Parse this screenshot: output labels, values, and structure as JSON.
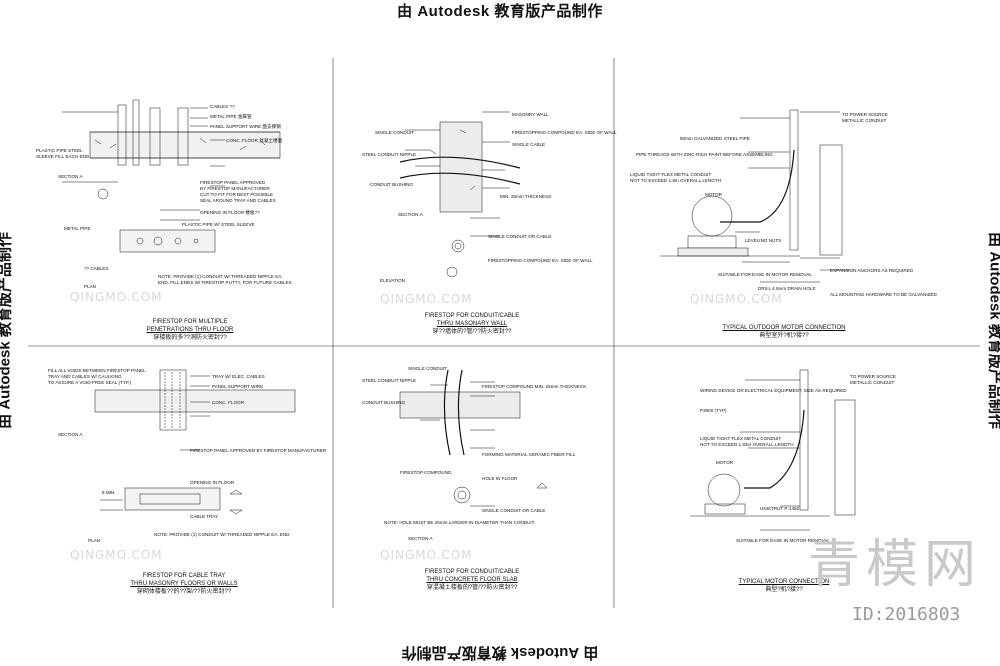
{
  "watermark": {
    "top": "由 Autodesk 教育版产品制作",
    "bottom": "由 Autodesk 教育版产品制作",
    "left": "由 Autodesk 教育版产品制作",
    "right": "由 Autodesk 教育版产品制作"
  },
  "brand": {
    "name": "青模网",
    "image_id": "ID:2016803",
    "ghost": "QINGMO.COM"
  },
  "panels": [
    {
      "caption": "FIRESTOP FOR MULTIPLE",
      "caption2": "PENETRATIONS THRU FLOOR",
      "caption_cn": "穿楼板的多??洞防火密封??",
      "labels": [
        "CABLES ??",
        "METAL PIPE 金属管",
        "PANEL SUPPORT WIRE 面支撑钢",
        "CONC. FLOOR 混凝土楼面",
        "PLASTIC PIPE STEEL",
        "SLEEVE FILL EACH END",
        "FIRESTOP PANEL APPROVED",
        "BY FIRESTOP MANUFACTURER",
        "CUT TO FIT FOR BEST POSSIBLE",
        "SEAL AROUND TRAY AND CABLES",
        "OPENING IN FLOOR 楼板??",
        "PLASTIC PIPE W/ STEEL SLEEVE",
        "METAL PIPE",
        "?? CABLES",
        "SECTION A",
        "PLAN",
        "NOTE: PROVIDE (1) CONDUIT W/ THREADED NIPPLE EA.",
        "END. FILL ENDS W/ FIRESTOP PUTTY, FOR FUTURE CABLES."
      ]
    },
    {
      "caption": "FIRESTOP FOR CONDUIT/CABLE",
      "caption2": "THRU MASONARY WALL",
      "caption_cn": "穿??墙体的?管/??防火密封??",
      "labels": [
        "SINGLE CONDUIT",
        "MASONRY WALL",
        "STEEL CONDUIT NIPPLE",
        "SINGLE CABLE",
        "FIRESTOPPING COMPOUND EA. SIDE OF WALL",
        "CONDUIT BUSHING",
        "MIN. 25mm THICKNESS",
        "SECTION A",
        "SINGLE CONDUIT OR CABLE",
        "FIRESTOPPING COMPOUND EA. SIDE OF WALL",
        "ELEVATION"
      ]
    },
    {
      "caption": "TYPICAL OUTDOOR MOTOR CONNECTION",
      "caption2": "",
      "caption_cn": "典型室外?机?接??",
      "labels": [
        "TO POWER SOURCE",
        "METALLIC CONDUIT",
        "50mm GALVANIZED STEEL PIPE",
        "PIPE THREADS WITH ZINC-RICH PAINT BEFORE ASSEMBLING",
        "LIQUID TIGHT FLEX METAL CONDUIT",
        "NOT TO EXCEED 1.8m OVERALL LENGTH",
        "MOTOR",
        "LEVELING NUTS",
        "SUITABLE FOR EASE IN MOTOR REMOVAL",
        "EXPANSION ANCHORS AS REQUIRED",
        "DRILL 4.5mm DRAIN HOLE",
        "ALL MOUNTING HARDWARE TO BE GALVANIZED"
      ]
    },
    {
      "caption": "FIRESTOP FOR CABLE TRAY",
      "caption2": "THRU MASONRY FLOORS OR WALLS",
      "caption_cn": "穿砌体楼板??的??架/??防火密封??",
      "labels": [
        "FILL ALL VOIDS BETWEEN FIRESTOP PANEL",
        "TRAY AND CABLES W/ CAULKING",
        "TO ASSURE A VOID-FREE SEAL (TYP.)",
        "TRAY W/ ELEC. CABLES",
        "PANEL SUPPORT WIRE",
        "CONC. FLOOR",
        "SECTION A",
        "FIRESTOP PANEL APPROVED BY FIRESTOP MANUFACTURER",
        "OPENING IN FLOOR",
        "CABLE TRAY",
        "6 MIN.",
        "PLAN",
        "NOTE: PROVIDE (1) CONDUIT W/ THREADED NIPPLE EA. END"
      ]
    },
    {
      "caption": "FIRESTOP FOR CONDUIT/CABLE",
      "caption2": "THRU CONCRETE FLOOR SLAB",
      "caption_cn": "穿混凝土楼板的?管/??防火密封??",
      "labels": [
        "SINGLE CONDUIT",
        "STEEL CONDUIT NIPPLE",
        "CONDUIT BUSHING",
        "FIRESTOP COMPOUND MIN. 25mm THICKNESS",
        "FIRESTOP COMPOUND",
        "FORMING MATERIAL CERAMIC FIBER FILL",
        "HOLE IN FLOOR",
        "SINGLE CONDUIT OR CABLE",
        "NOTE: HOLE MUST BE 25mm LARGER IN DIAMETER THAN CONDUIT.",
        "SECTION A"
      ]
    },
    {
      "caption": "TYPICAL MOTOR CONNECTION",
      "caption2": "",
      "caption_cn": "典型?机?接??",
      "labels": [
        "TO POWER SOURCE",
        "METALLIC CONDUIT",
        "WIRING DEVICE OR ELECTRICAL EQUIPMENT, SIZE AS REQUIRED",
        "P3000 (TYP)",
        "LIQUID TIGHT FLEX METAL CONDUIT",
        "NOT TO EXCEED 1.83m OVERALL LENGTH",
        "MOTOR",
        "UNISTRUT P-1452",
        "SUITABLE FOR EASE IN MOTOR REMOVAL"
      ]
    }
  ]
}
